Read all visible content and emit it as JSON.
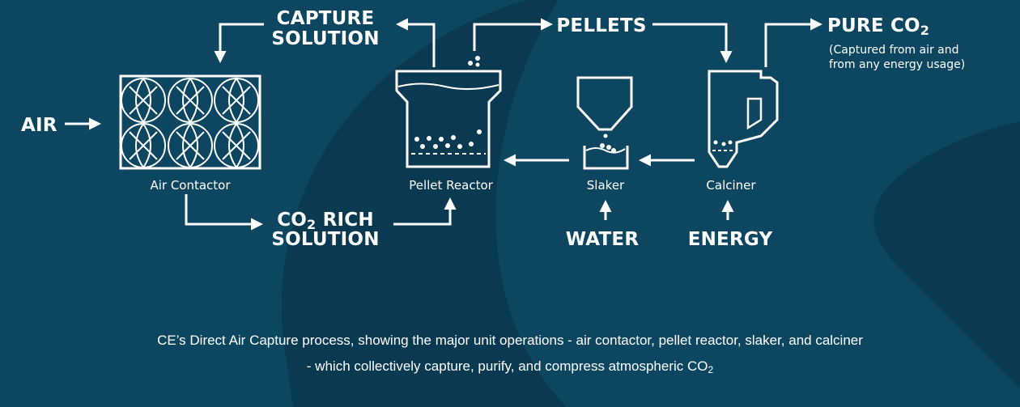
{
  "diagram": {
    "inputs": {
      "air": "AIR",
      "water": "WATER",
      "energy": "ENERGY"
    },
    "flows": {
      "capture_solution_line1": "CAPTURE",
      "capture_solution_line2": "SOLUTION",
      "co2_rich_line1": "CO",
      "co2_rich_sub": "2",
      "co2_rich_rest": " RICH",
      "co2_rich_line2": "SOLUTION",
      "pellets": "PELLETS",
      "pure_co2_main": "PURE CO",
      "pure_co2_sub": "2",
      "pure_co2_note_line1": "(Captured from air and",
      "pure_co2_note_line2": "from any energy usage)"
    },
    "units": {
      "air_contactor": "Air Contactor",
      "pellet_reactor": "Pellet Reactor",
      "slaker": "Slaker",
      "calciner": "Calciner"
    }
  },
  "caption": {
    "line1": "CE’s Direct Air Capture process, showing the major unit operations - air contactor, pellet reactor, slaker, and calciner",
    "line2_prefix": "- which collectively capture, purify, and compress atmospheric CO",
    "line2_sub": "2"
  },
  "colors": {
    "background": "#0c4660",
    "background_shape": "#0a3a52",
    "foreground": "#ffffff"
  }
}
